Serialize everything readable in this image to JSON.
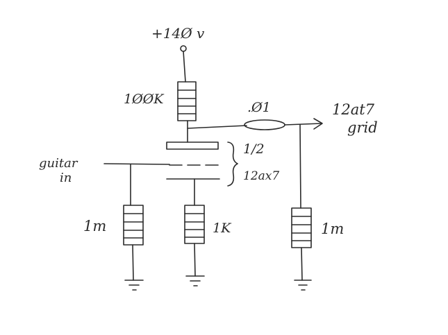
{
  "labels": {
    "supply": "+14Ø v",
    "plate_resistor": "1ØØK",
    "coupling_cap": ".Ø1",
    "output_line1": "12at7",
    "output_line2": "grid",
    "tube_fraction": "1/2",
    "tube_type": "12ax7",
    "input_line1": "guitar",
    "input_line2": "in",
    "grid_resistor": "1m",
    "cathode_resistor": "1K",
    "output_resistor": "1m"
  }
}
